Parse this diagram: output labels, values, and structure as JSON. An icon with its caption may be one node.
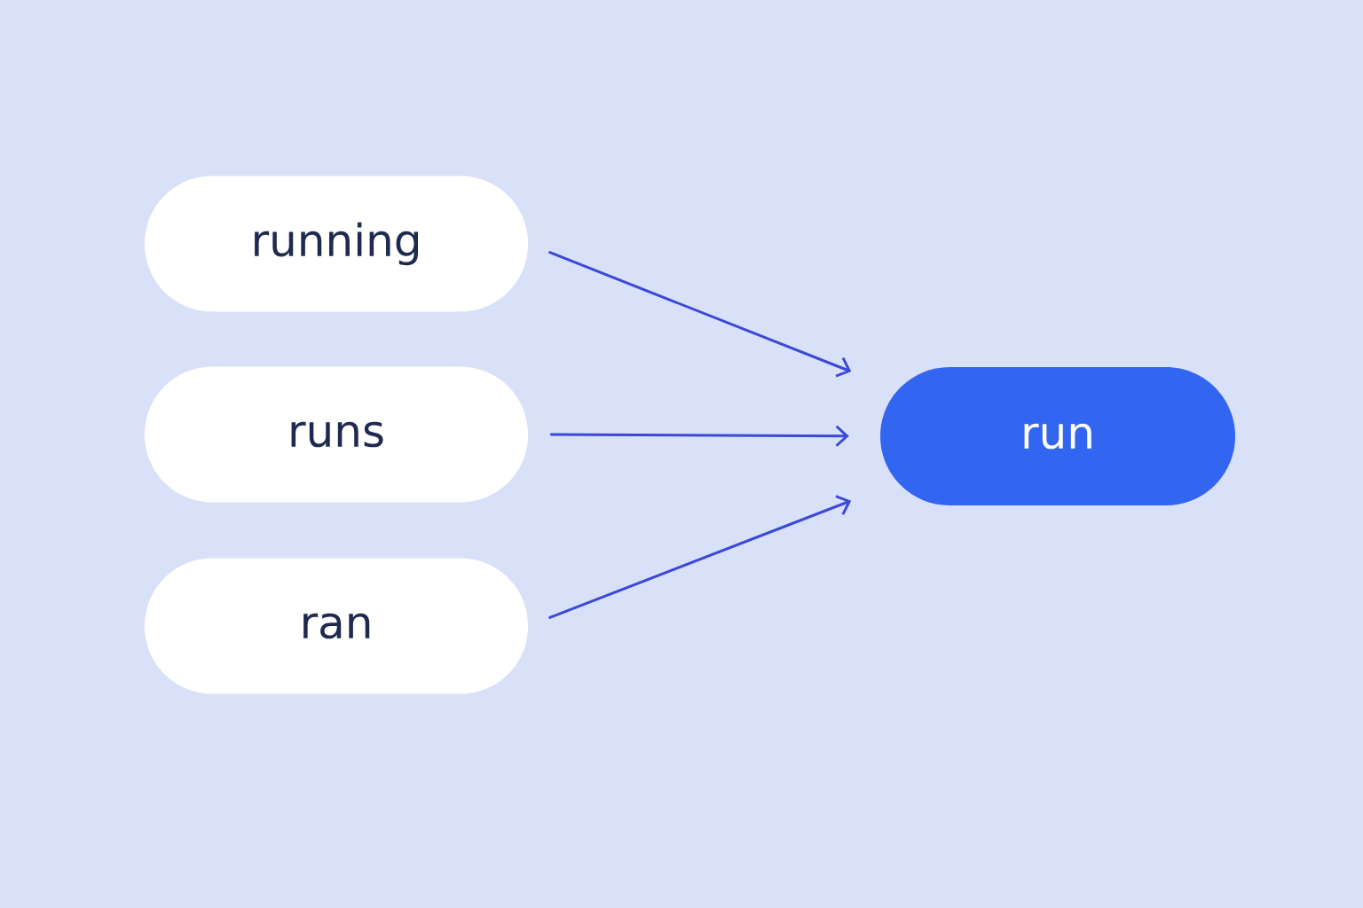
{
  "diagram": {
    "nodes": [
      {
        "text": [
          "running"
        ]
      },
      {
        "text": [
          "runs"
        ]
      },
      {
        "text": [
          "ran"
        ]
      },
      {
        "text": [
          "run"
        ]
      }
    ],
    "edges": [
      {
        "from": 0,
        "to": 3,
        "arrow": "to"
      },
      {
        "from": 1,
        "to": 3,
        "arrow": "to"
      },
      {
        "from": 2,
        "to": 3,
        "arrow": "to"
      }
    ]
  }
}
